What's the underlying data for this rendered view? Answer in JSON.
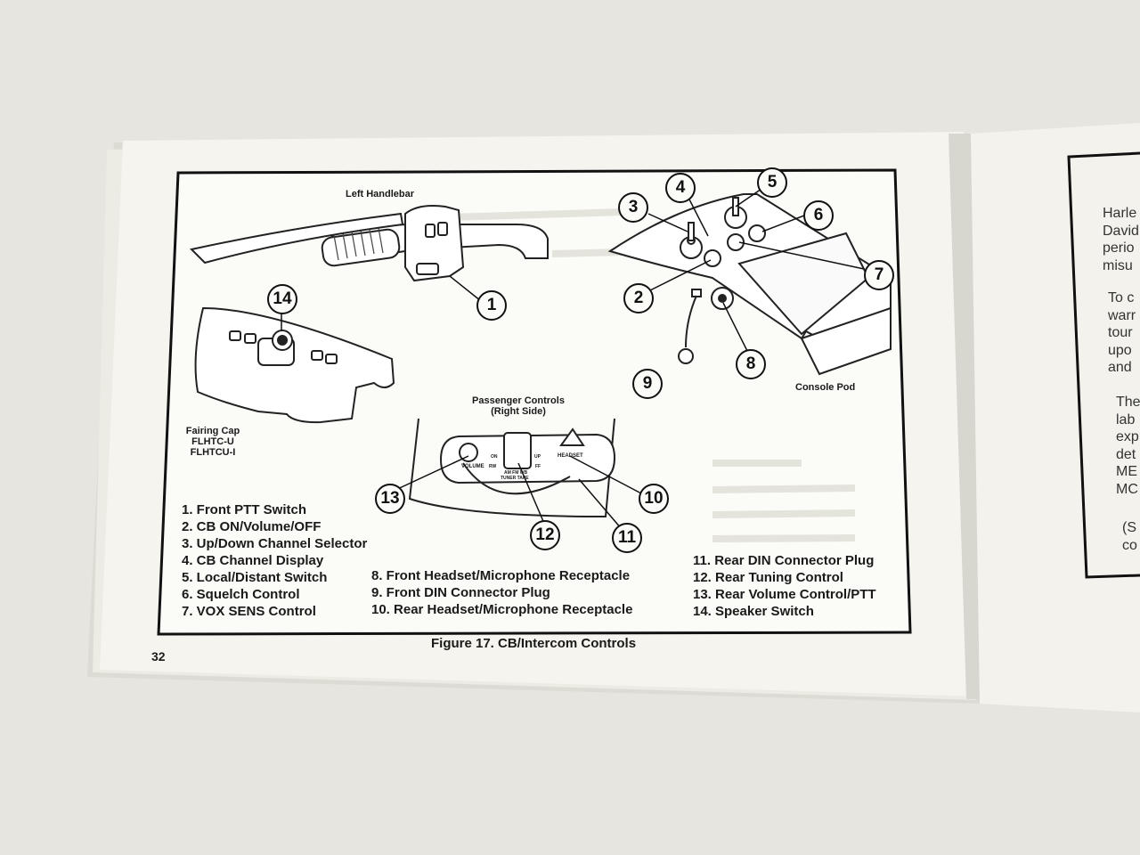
{
  "page_number": "32",
  "figure": {
    "caption": "Figure 17. CB/Intercom Controls",
    "labels": {
      "left_handlebar": "Left Handlebar",
      "console_pod": "Console Pod",
      "passenger_controls": "Passenger Controls",
      "passenger_side": "(Right Side)",
      "fairing_cap": [
        "Fairing Cap",
        "FLHTC-U",
        "FLHTCU-I"
      ],
      "volume": "VOLUME",
      "headset": "HEADSET",
      "switch_on": "ON",
      "switch_up": "UP",
      "switch_rw": "RW",
      "switch_ff": "FF",
      "switch_modes": "AM FM WB",
      "switch_tuner": "TUNER TAPE"
    },
    "callouts": [
      "1",
      "2",
      "3",
      "4",
      "5",
      "6",
      "7",
      "8",
      "9",
      "10",
      "11",
      "12",
      "13",
      "14"
    ],
    "legend_col1": [
      "1.   Front PTT Switch",
      "2.   CB ON/Volume/OFF",
      "3.   Up/Down Channel Selector",
      "4.   CB Channel Display",
      "5.   Local/Distant Switch",
      "6.   Squelch Control",
      "7.   VOX SENS Control"
    ],
    "legend_col2": [
      "8.   Front Headset/Microphone Receptacle",
      "9.   Front DIN Connector Plug",
      "10. Rear Headset/Microphone Receptacle"
    ],
    "legend_col3": [
      "11. Rear DIN Connector Plug",
      "12. Rear Tuning Control",
      "13. Rear Volume Control/PTT",
      "14. Speaker Switch"
    ]
  },
  "right_page_fragments": [
    "Harle",
    "David",
    "perio",
    "misu",
    "To c",
    "warr",
    "tour",
    "upo",
    "and",
    "The",
    "lab",
    "exp",
    "det",
    "ME",
    "MC",
    "(S",
    "co"
  ],
  "colors": {
    "paper": "#f5f4ee",
    "frame": "#111111",
    "background": "#e9e8e3"
  }
}
